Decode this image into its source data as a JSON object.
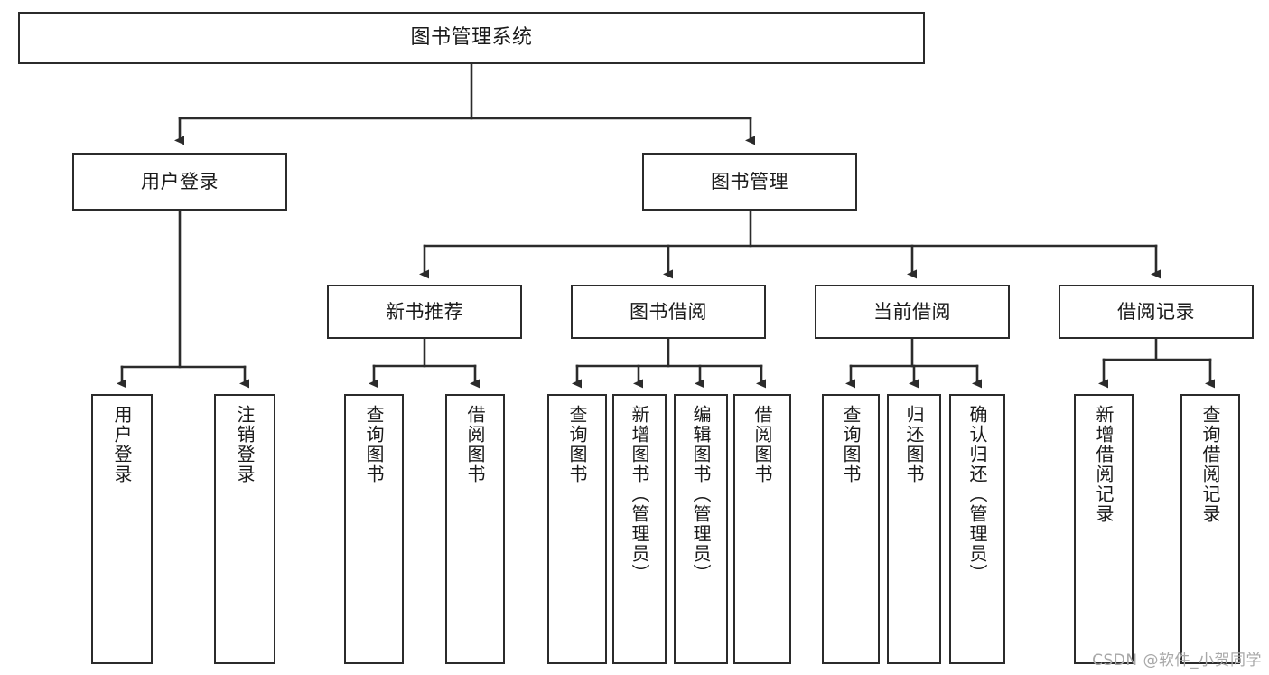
{
  "diagram": {
    "title": "图书管理系统",
    "watermark": "CSDN @软件_小贺同学",
    "type": "tree-hierarchy",
    "root": {
      "label": "图书管理系统"
    },
    "level2": [
      {
        "label": "用户登录"
      },
      {
        "label": "图书管理"
      }
    ],
    "level3": [
      {
        "label": "新书推荐"
      },
      {
        "label": "图书借阅"
      },
      {
        "label": "当前借阅"
      },
      {
        "label": "借阅记录"
      }
    ],
    "leaves": {
      "user_login": [
        {
          "label": "用户登录"
        },
        {
          "label": "注销登录"
        }
      ],
      "new_book_recommend": [
        {
          "label": "查询图书"
        },
        {
          "label": "借阅图书"
        }
      ],
      "book_borrow": [
        {
          "label": "查询图书"
        },
        {
          "label": "新增图书（管理员）"
        },
        {
          "label": "编辑图书（管理员）"
        },
        {
          "label": "借阅图书"
        }
      ],
      "current_borrow": [
        {
          "label": "查询图书"
        },
        {
          "label": "归还图书"
        },
        {
          "label": "确认归还（管理员）"
        }
      ],
      "borrow_records": [
        {
          "label": "新增借阅记录"
        },
        {
          "label": "查询借阅记录"
        }
      ]
    },
    "colors": {
      "stroke": "#2b2b2b",
      "fill": "#ffffff",
      "text": "#1a1a1a",
      "watermark": "#a8a8a8"
    }
  }
}
